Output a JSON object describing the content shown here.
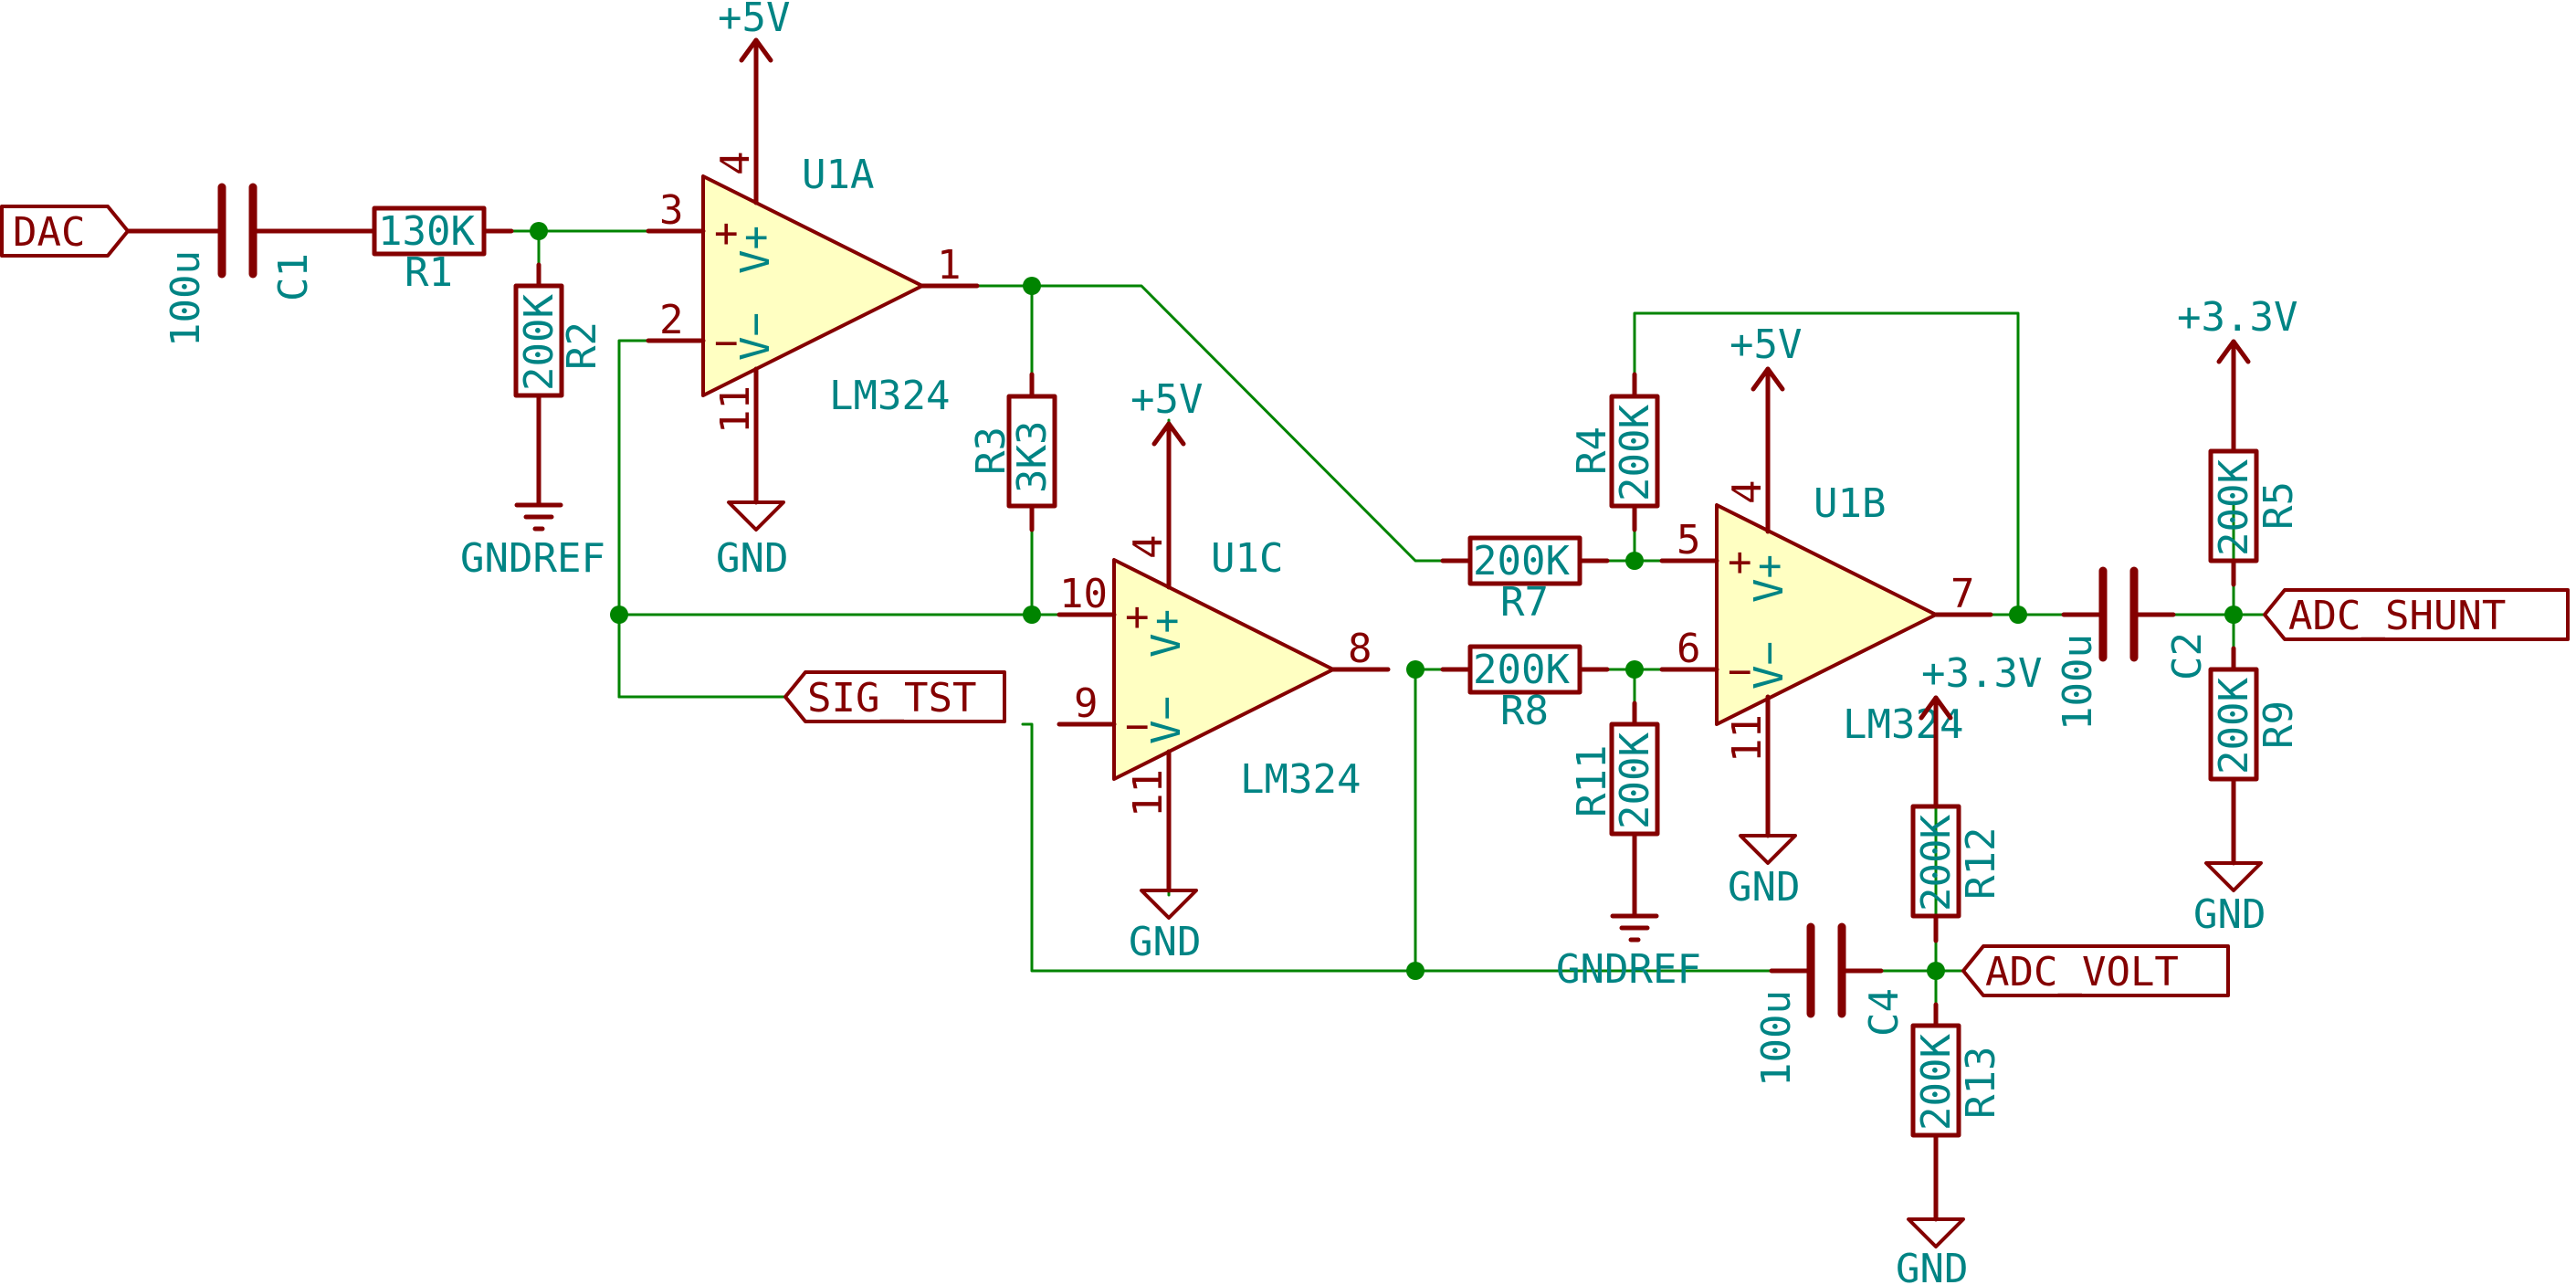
{
  "colors": {
    "wire": "#008400",
    "component": "#840000",
    "label_text": "#008484",
    "opamp_fill": "#ffffc2",
    "background": "#ffffff"
  },
  "labels": {
    "dac": "DAC",
    "sig_tst": "SIG_TST",
    "adc_shunt": "ADC_SHUNT",
    "adc_volt": "ADC_VOLT"
  },
  "power": {
    "p5v": "+5V",
    "p3v3": "+3.3V",
    "gnd": "GND",
    "gndref": "GNDREF"
  },
  "components": {
    "c1": {
      "ref": "C1",
      "value": "100u"
    },
    "c2": {
      "ref": "C2",
      "value": "100u"
    },
    "c4": {
      "ref": "C4",
      "value": "100u"
    },
    "r1": {
      "ref": "R1",
      "value": "130K"
    },
    "r2": {
      "ref": "R2",
      "value": "200K"
    },
    "r3": {
      "ref": "R3",
      "value": "3K3"
    },
    "r4": {
      "ref": "R4",
      "value": "200K"
    },
    "r5": {
      "ref": "R5",
      "value": "200K"
    },
    "r7": {
      "ref": "R7",
      "value": "200K"
    },
    "r8": {
      "ref": "R8",
      "value": "200K"
    },
    "r9": {
      "ref": "R9",
      "value": "200K"
    },
    "r11": {
      "ref": "R11",
      "value": "200K"
    },
    "r12": {
      "ref": "R12",
      "value": "200K"
    },
    "r13": {
      "ref": "R13",
      "value": "200K"
    },
    "u1a": {
      "ref": "U1A",
      "value": "LM324"
    },
    "u1b": {
      "ref": "U1B",
      "value": "LM324"
    },
    "u1c": {
      "ref": "U1C",
      "value": "LM324"
    }
  },
  "opamp_text": {
    "plus": "+",
    "minus": "−",
    "vplus": "V+",
    "vminus": "V−"
  },
  "pins": {
    "u1a": {
      "in_plus": "3",
      "in_minus": "2",
      "out": "1",
      "vcc": "4",
      "vee": "11"
    },
    "u1b": {
      "in_plus": "5",
      "in_minus": "6",
      "out": "7",
      "vcc": "4",
      "vee": "11"
    },
    "u1c": {
      "in_plus": "10",
      "in_minus": "9",
      "out": "8",
      "vcc": "4",
      "vee": "11"
    }
  }
}
